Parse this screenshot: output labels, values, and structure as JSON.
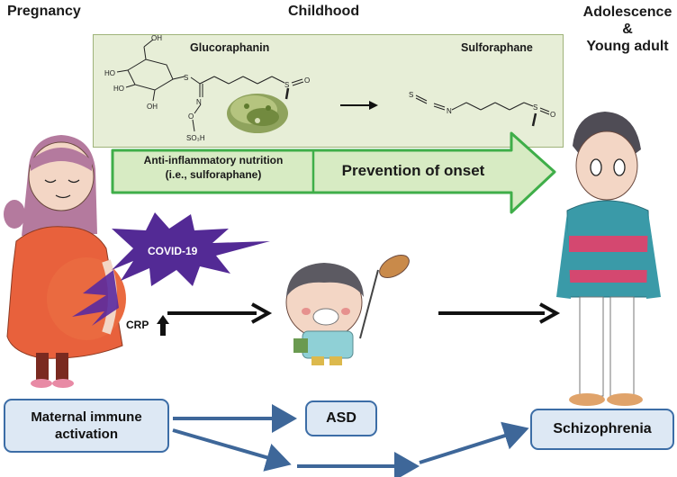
{
  "stages": {
    "pregnancy": "Pregnancy",
    "childhood": "Childhood",
    "adolescence_line1": "Adolescence",
    "adolescence_line2": "&",
    "adolescence_line3": "Young adult"
  },
  "chemistry": {
    "glucoraphanin": "Glucoraphanin",
    "sulforaphane": "Sulforaphane",
    "atoms": {
      "oh": "OH",
      "ho": "HO",
      "s": "S",
      "o": "O",
      "n": "N",
      "so3h": "SO₃H"
    }
  },
  "nutrition_arrow": {
    "left_line1": "Anti-inflammatory nutrition",
    "left_line2": "(i.e., sulforaphane)",
    "right_label": "Prevention of onset"
  },
  "infection": {
    "covid_label": "COVID-19",
    "crp_label": "CRP"
  },
  "outcomes": {
    "mia_line1": "Maternal immune",
    "mia_line2": "activation",
    "asd": "ASD",
    "schizophrenia": "Schizophrenia"
  },
  "colors": {
    "panel_fill": "#e7eed7",
    "arrow_green_fill": "#d7ebc3",
    "arrow_green_stroke": "#3fae49",
    "flow_arrow_blue": "#3e6799",
    "box_fill": "#dde8f4",
    "box_border": "#3c6da6",
    "covid_purple": "#4a1f8f",
    "figure_dress_orange": "#e8613c",
    "shirt_teal": "#3a9aa8",
    "shirt_pink": "#d44870"
  }
}
